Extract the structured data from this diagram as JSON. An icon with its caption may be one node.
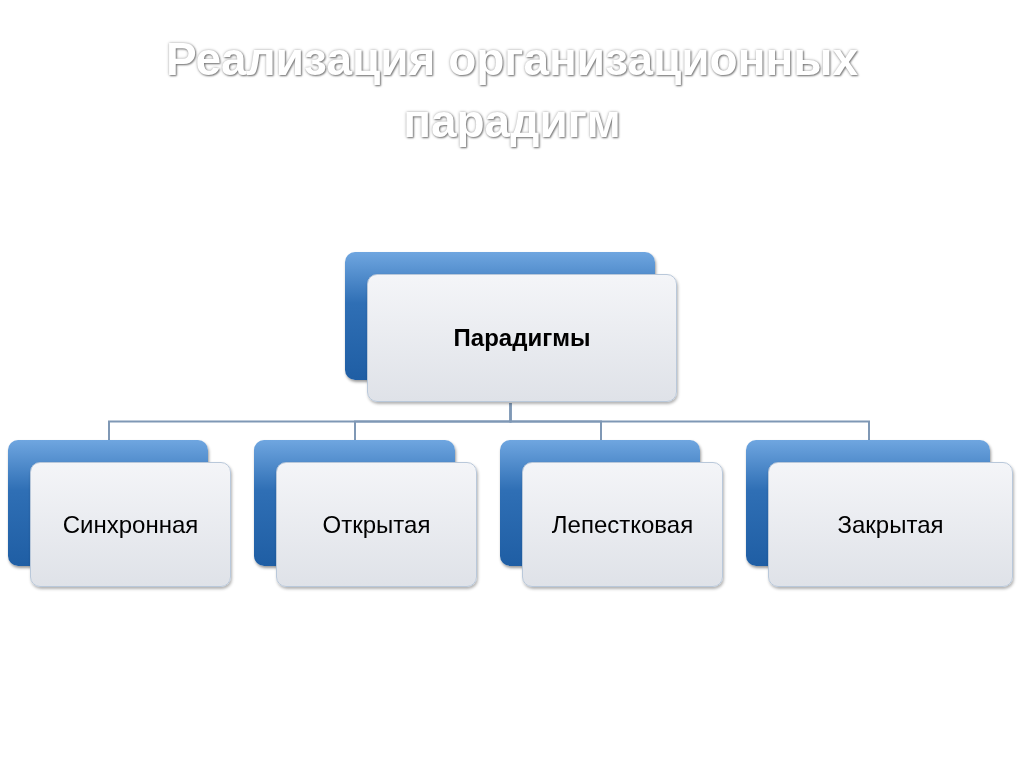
{
  "diagram": {
    "title": "Реализация организационных парадигм",
    "nodes": [
      {
        "text": [
          "Парадигмы"
        ]
      },
      {
        "text": [
          "Синхронная"
        ]
      },
      {
        "text": [
          "Открытая"
        ]
      },
      {
        "text": [
          "Лепестковая"
        ]
      },
      {
        "text": [
          "Закрытая"
        ]
      }
    ],
    "edges": [
      {
        "from": 0,
        "to": 1,
        "arrow": "none"
      },
      {
        "from": 0,
        "to": 2,
        "arrow": "none"
      },
      {
        "from": 0,
        "to": 3,
        "arrow": "none"
      },
      {
        "from": 0,
        "to": 4,
        "arrow": "none"
      }
    ]
  }
}
